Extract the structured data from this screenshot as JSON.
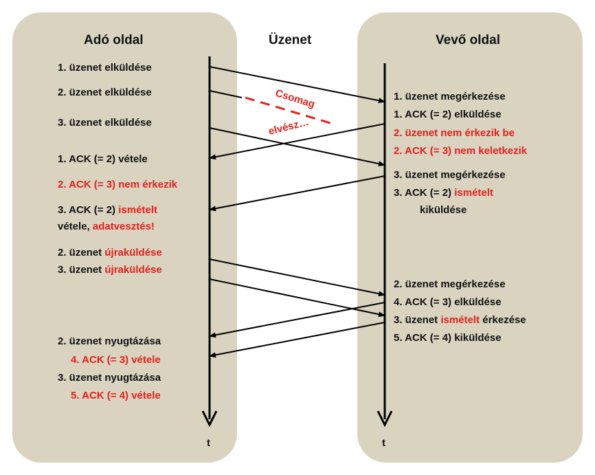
{
  "headers": {
    "sender": "Adó oldal",
    "message": "Üzenet",
    "receiver": "Vevő oldal"
  },
  "time_label": "t",
  "lost_note": {
    "line1": "Csomag",
    "line2": "elvész…"
  },
  "sender_labels": {
    "s1": "1. üzenet elküldése",
    "s2": "2. üzenet elküldése",
    "s3": "3. üzenet elküldése",
    "s4": "1. ACK (= 2) vétele",
    "s5": "2. ACK (= 3) nem érkezik",
    "s6a": "3. ACK (= 2) ",
    "s6b": "ismételt",
    "s6c": "vétele, ",
    "s6d": "adatvesztés!",
    "s7a": "2. üzenet ",
    "s7b": "újraküldése",
    "s8a": "3. üzenet ",
    "s8b": "újraküldése",
    "s9": "2. üzenet nyugtázása",
    "s10": "4. ACK (= 3) vétele",
    "s11": "3. üzenet nyugtázása",
    "s12": "5. ACK (= 4) vétele"
  },
  "receiver_labels": {
    "r1": "1. üzenet megérkezése",
    "r2": "1. ACK (= 2) elküldése",
    "r3": "2. üzenet nem érkezik be",
    "r4": "2. ACK (= 3) nem keletkezik",
    "r5": "3. üzenet megérkezése",
    "r6a": "3. ACK (= 2) ",
    "r6b": "ismételt",
    "r6c": "kiküldése",
    "r7": "2. üzenet megérkezése",
    "r8": "4. ACK (= 3) elküldése",
    "r9a": "3. üzenet ",
    "r9b": "ismételt",
    "r9c": " érkezése",
    "r10": "5. ACK (= 4) kiküldése"
  },
  "colors": {
    "panel": "#d9d3c0",
    "arrow": "#000000",
    "highlight": "#e3201b"
  }
}
